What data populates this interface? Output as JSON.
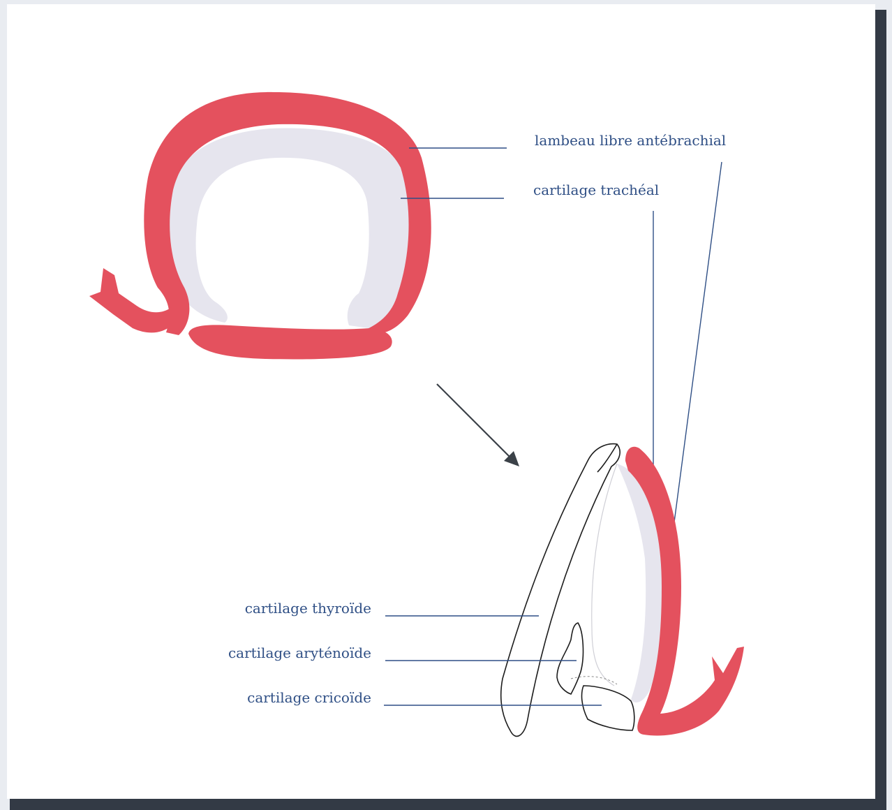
{
  "labels": {
    "lambeau": "lambeau libre antébrachial",
    "trachea_cartilage": "cartilage trachéal",
    "thyroid": "cartilage thyroïde",
    "arytenoid": "cartilage aryténoïde",
    "cricoid": "cartilage cricoïde"
  },
  "colors": {
    "flap": "#e4515e",
    "cartilage": "#e6e5ee",
    "leader": "#2f4f85",
    "label_text": "#2f4f85",
    "outline": "#1d1d1d",
    "arrow": "#3b4148"
  }
}
